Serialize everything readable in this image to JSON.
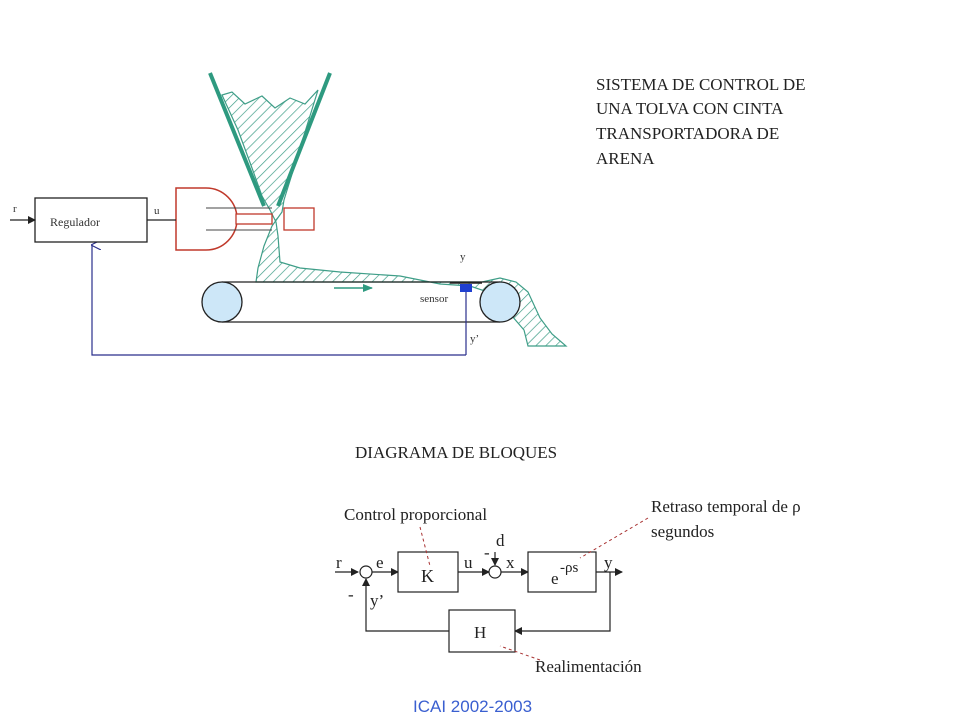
{
  "title": {
    "lines": [
      "SISTEMA DE CONTROL DE",
      "UNA TOLVA CON CINTA",
      "TRANSPORTADORA DE",
      "ARENA"
    ]
  },
  "system": {
    "regulador": "Regulador",
    "r": "r",
    "u": "u",
    "y": "y",
    "sensor": "sensor",
    "y_prime": "y’"
  },
  "block_diagram": {
    "heading": "DIAGRAMA DE BLOQUES",
    "control_note": "Control proporcional",
    "delay_note_line1": "Retraso temporal de ρ",
    "delay_note_line2": "segundos",
    "feedback_note": "Realimentación",
    "r": "r",
    "e": "e",
    "K": "K",
    "u": "u",
    "d": "d",
    "minus": "-",
    "x": "x",
    "delay_base": "e",
    "delay_exp": "-ρs",
    "y": "y",
    "y_prime": "y’",
    "H": "H"
  },
  "footer": "ICAI 2002-2003",
  "colors": {
    "hopper": "#2e9a80",
    "hatch": "#3f9e88",
    "wire": "#2a2f8c",
    "roller": "#cde7f8",
    "sensor": "#1f3fd0",
    "arrow": "#2e9a80",
    "footer": "#3a5fd0"
  }
}
